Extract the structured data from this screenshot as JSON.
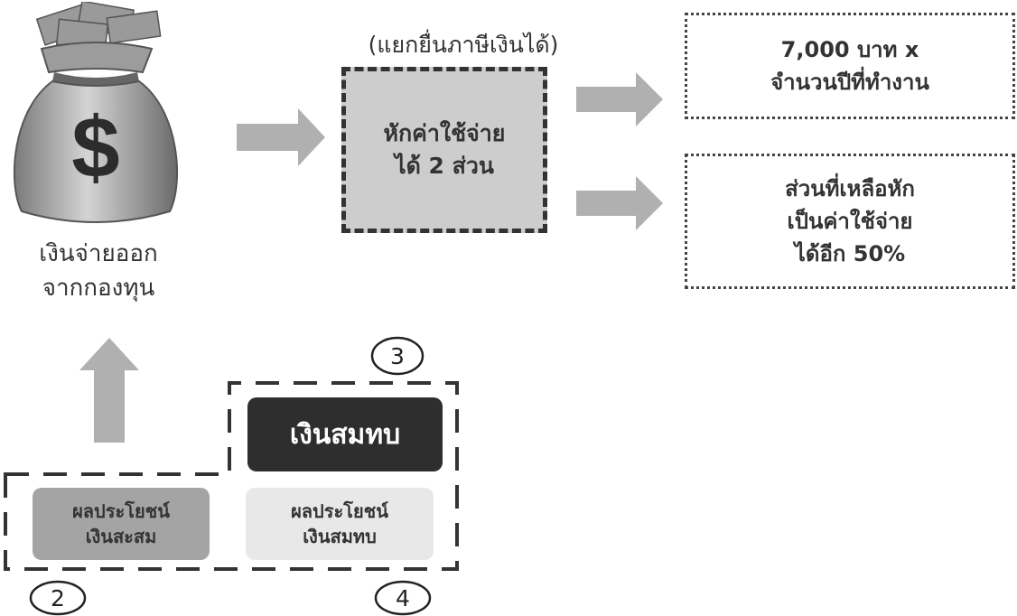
{
  "source": {
    "label_line1": "เงินจ่ายออก",
    "label_line2": "จากกองทุน",
    "bag_symbol": "$"
  },
  "deduction": {
    "caption": "(แยกยื่นภาษีเงินได้)",
    "line1": "หักค่าใช้จ่าย",
    "line2": "ได้ 2 ส่วน"
  },
  "outcomes": [
    {
      "lines": [
        "7,000 บาท x",
        "จำนวนปีที่ทำงาน"
      ]
    },
    {
      "lines": [
        "ส่วนที่เหลือหัก",
        "เป็นค่าใช้จ่าย",
        "ได้อีก 50%"
      ]
    }
  ],
  "components": {
    "contribution": "เงินสมทบ",
    "accumulated_benefit": {
      "line1": "ผลประโยชน์",
      "line2": "เงินสะสม"
    },
    "contribution_benefit": {
      "line1": "ผลประโยชน์",
      "line2": "เงินสมทบ"
    }
  },
  "markers": {
    "two": "2",
    "three": "3",
    "four": "4"
  },
  "colors": {
    "arrow": "#b0b0b0",
    "dash": "#333333",
    "box_fill": "#cdcdcd",
    "contribution_fill": "#2e2e2e",
    "accumulated_fill": "#a4a4a4",
    "contribution_benefit_fill": "#e8e8e8"
  }
}
